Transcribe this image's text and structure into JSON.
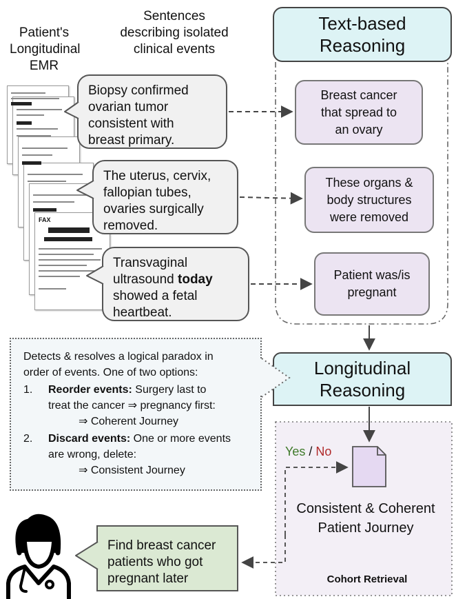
{
  "headers": {
    "emr": [
      "Patient's",
      "Longitudinal",
      "EMR"
    ],
    "sentences": [
      "Sentences",
      "describing isolated",
      "clinical events"
    ]
  },
  "events": [
    {
      "lines": [
        "Biopsy confirmed",
        "ovarian tumor",
        "consistent with",
        "breast primary."
      ]
    },
    {
      "lines": [
        "The uterus, cervix,",
        "fallopian tubes,",
        "ovaries surgically",
        "removed."
      ]
    },
    {
      "line1": "Transvaginal",
      "line2_pre": "ultrasound ",
      "line2_bold": "today",
      "line3": "showed a fetal",
      "line4": "heartbeat."
    }
  ],
  "interpretations": [
    {
      "lines": [
        "Breast cancer",
        "that spread to",
        "an ovary"
      ]
    },
    {
      "lines": [
        "These organs &",
        "body structures",
        "were removed"
      ]
    },
    {
      "lines": [
        "Patient was/is",
        "pregnant"
      ]
    }
  ],
  "text_reasoning": {
    "lines": [
      "Text-based",
      "Reasoning"
    ]
  },
  "longitudinal_reasoning": {
    "lines": [
      "Longitudinal",
      "Reasoning"
    ]
  },
  "explanation": {
    "intro": [
      "Detects & resolves a logical paradox in",
      "order of events. One of two options:"
    ],
    "options": [
      {
        "num": "1.",
        "bold": "Reorder events:",
        "rest": " Surgery last to",
        "line2": "treat the cancer ⇒ pregnancy first:",
        "result": "⇒ Coherent Journey"
      },
      {
        "num": "2.",
        "bold": "Discard events:",
        "rest": " One or more events",
        "line2": "are wrong, delete:",
        "result": "⇒ Consistent Journey"
      }
    ]
  },
  "decision": {
    "yes": "Yes",
    "slash": " / ",
    "no": "No"
  },
  "journey": {
    "lines": [
      "Consistent & Coherent",
      "Patient Journey"
    ]
  },
  "cohort_retrieval": "Cohort Retrieval",
  "query": {
    "lines": [
      "Find breast cancer",
      "patients who got",
      "pregnant later"
    ]
  },
  "fax_label": "FAX",
  "colors": {
    "teal": "#ddf3f5",
    "purple": "#ece4f2",
    "green": "#dbe9d3",
    "yes": "#3f7a2a",
    "no": "#b02a2a",
    "journey_bg": "#f3eff6"
  }
}
